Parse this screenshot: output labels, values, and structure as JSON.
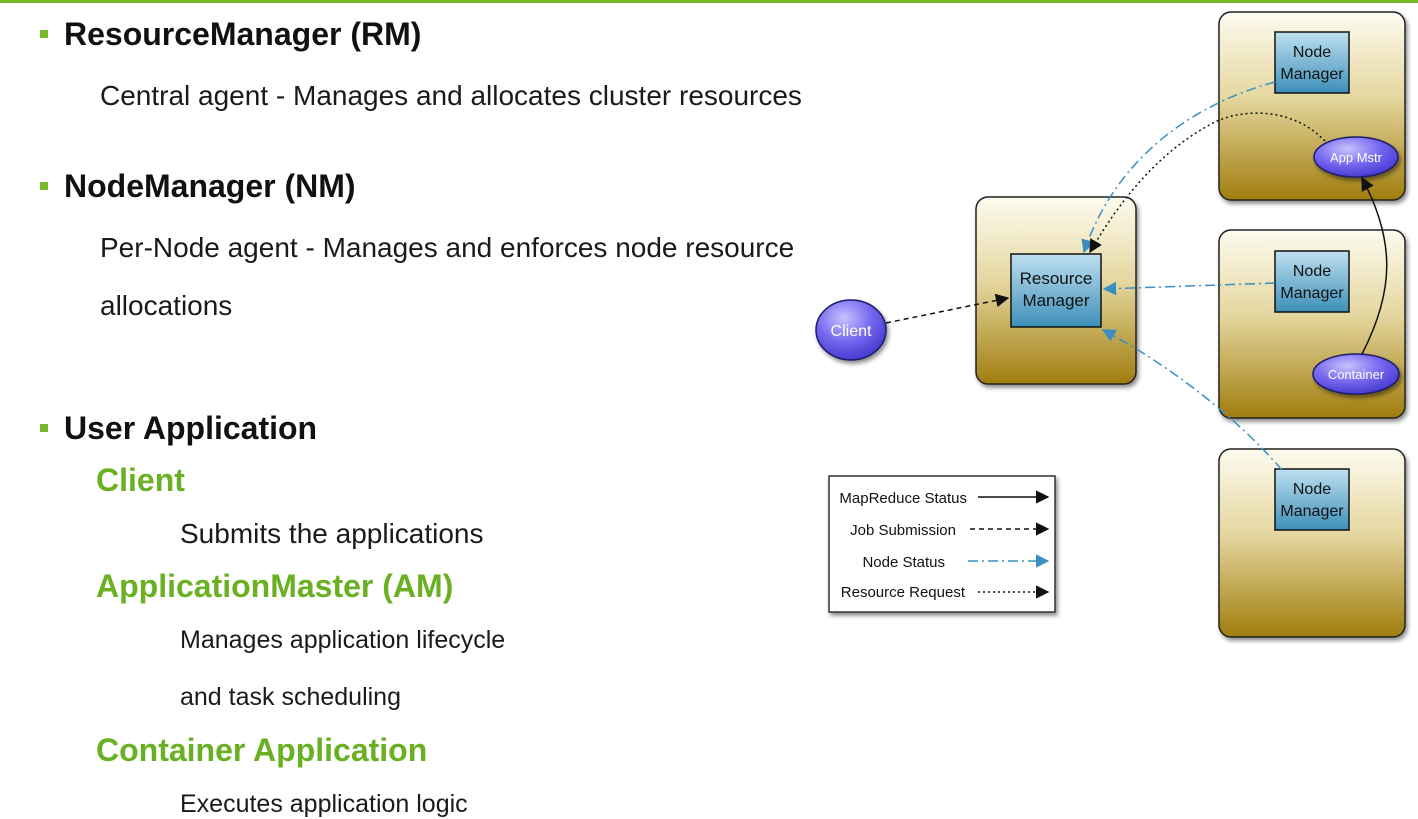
{
  "sections": {
    "rm": {
      "title": "ResourceManager (RM)",
      "desc": "Central agent - Manages and allocates cluster resources"
    },
    "nm": {
      "title": "NodeManager (NM)",
      "desc_line1": "Per-Node agent - Manages and enforces node resource",
      "desc_line2": "allocations"
    },
    "ua": {
      "title": "User Application",
      "client": {
        "title": "Client",
        "desc": "Submits the applications"
      },
      "am": {
        "title": "ApplicationMaster (AM)",
        "desc_line1": "Manages application lifecycle",
        "desc_line2": "and task scheduling"
      },
      "container": {
        "title": "Container Application",
        "desc": "Executes application logic"
      }
    }
  },
  "diagram": {
    "rm_label_1": "Resource",
    "rm_label_2": "Manager",
    "nm_label_1": "Node",
    "nm_label_2": "Manager",
    "client": "Client",
    "app_master": "App Mstr",
    "container": "Container",
    "legend": {
      "mapreduce": "MapReduce Status",
      "job": "Job Submission",
      "node": "Node Status",
      "resource": "Resource Request"
    },
    "colors": {
      "box_top": "#fdfbef",
      "box_bottom": "#a07d0c",
      "inner_top": "#bfe0f0",
      "inner_bottom": "#3d8fb8",
      "ellipse_fill": "#7466ee",
      "node_status_line": "#3a8fc0",
      "accent_green": "#76b82a"
    }
  }
}
